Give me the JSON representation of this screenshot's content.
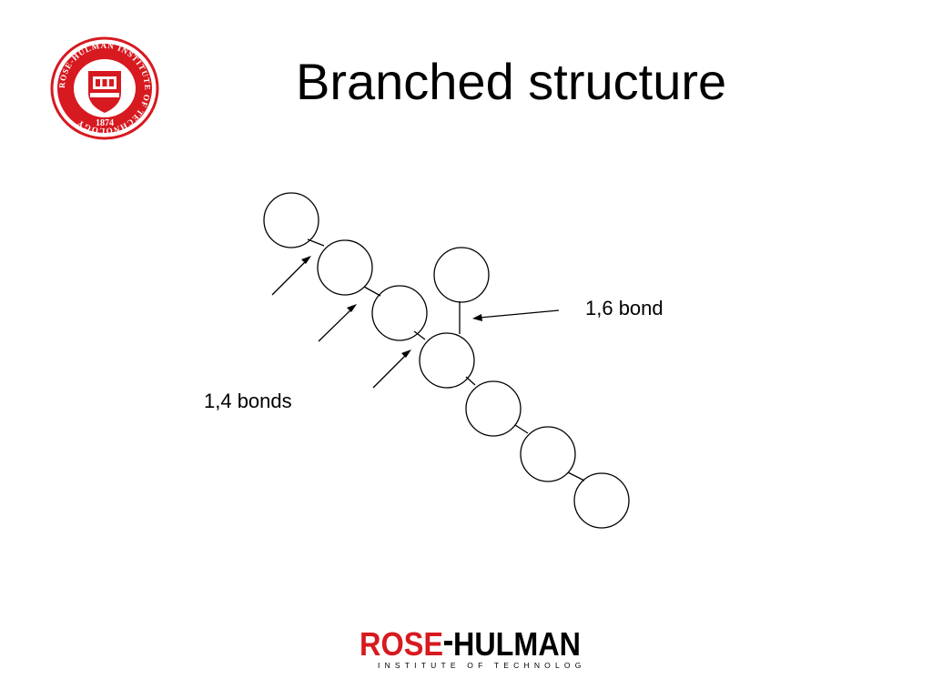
{
  "slide": {
    "title": "Branched structure"
  },
  "diagram": {
    "labels": {
      "bond_16": "1,6 bond",
      "bond_14": "1,4 bonds"
    }
  },
  "logos": {
    "seal_text": "ROSE-HULMAN INSTITUTE OF TECHNOLOGY",
    "seal_year": "1874",
    "wordmark_main": "ROSE-HULMAN",
    "wordmark_sub": "INSTITUTE OF TECHNOLOGY"
  },
  "colors": {
    "brand_red": "#d71920",
    "ink": "#000000"
  }
}
